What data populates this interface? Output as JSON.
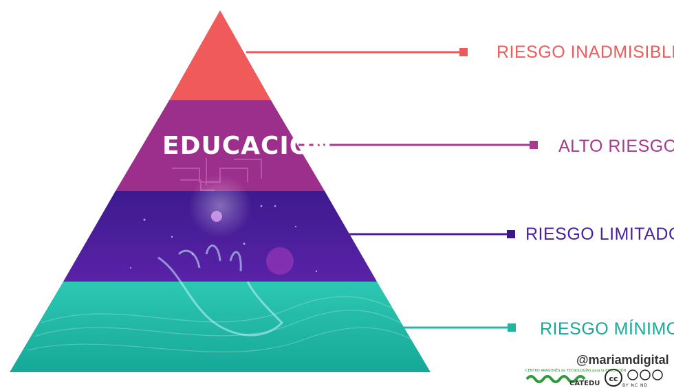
{
  "levels": [
    {
      "label": "RIESGO INADMISIBLE",
      "color": "#f05a5a",
      "line_color": "#ee5a5a",
      "dot_color": "#ee5a5a"
    },
    {
      "label": "ALTO RIESGO",
      "color": "#a43a8e",
      "line_color": "#a83b8d",
      "dot_color": "#a83b8d"
    },
    {
      "label": "RIESGO LIMITADO",
      "color": "#4a1f9a",
      "line_color": "#4b1f9b",
      "dot_color": "#3a1690"
    },
    {
      "label": "RIESGO MÍNIMO",
      "color": "#17a898",
      "line_color": "#23b8a5",
      "dot_color": "#1fb5a2"
    }
  ],
  "pyramid_text": "EDUCACIÓN",
  "credit": {
    "handle": "@mariamdigital",
    "logo_small_text": "CENTRO ARAGONÉS de TECNOLOGÍAS para la EDUCACIÓN",
    "logo_word": "CATEDU",
    "license_text": "BY  NC  ND"
  }
}
